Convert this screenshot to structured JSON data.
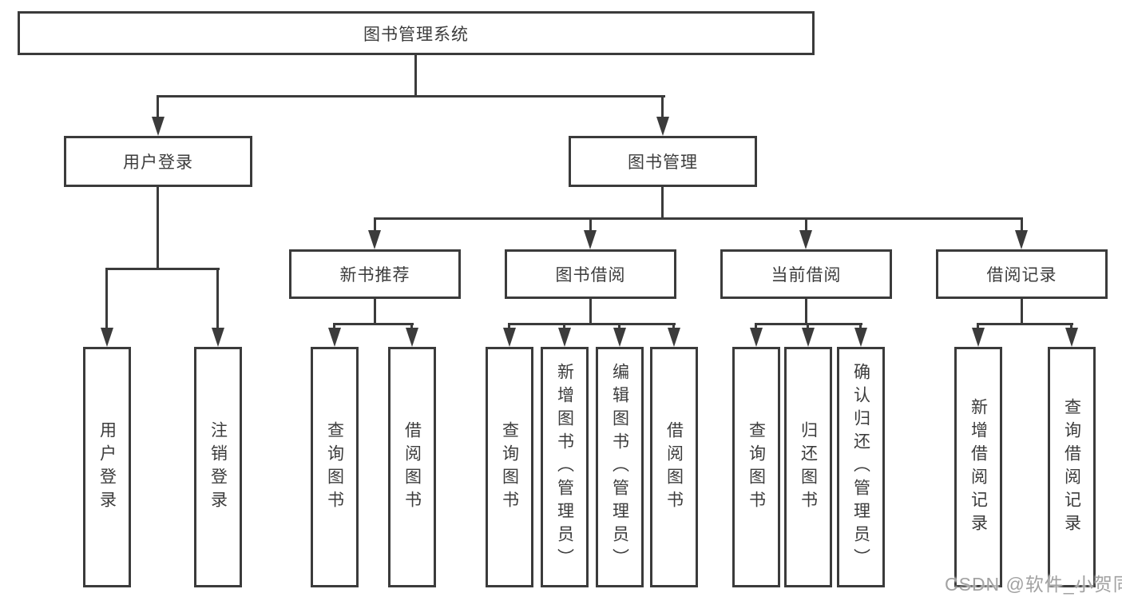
{
  "nodes": {
    "root": "图书管理系统",
    "user_login": "用户登录",
    "book_mgmt": "图书管理",
    "new_book_rec": "新书推荐",
    "book_borrow": "图书借阅",
    "current_borrow": "当前借阅",
    "borrow_records": "借阅记录",
    "ul_user_login": "用户登录",
    "ul_logout": "注销登录",
    "nbr_query_book": "查询图书",
    "nbr_borrow_book": "借阅图书",
    "bb_query_book": "查询图书",
    "bb_add_book": "新增图书（管理员）",
    "bb_edit_book": "编辑图书（管理员）",
    "bb_borrow_book": "借阅图书",
    "cb_query_book": "查询图书",
    "cb_return_book": "归还图书",
    "cb_confirm_return": "确认归还（管理员）",
    "br_add_record": "新增借阅记录",
    "br_query_record": "查询借阅记录"
  },
  "hierarchy": {
    "图书管理系统": {
      "用户登录": [
        "用户登录",
        "注销登录"
      ],
      "图书管理": {
        "新书推荐": [
          "查询图书",
          "借阅图书"
        ],
        "图书借阅": [
          "查询图书",
          "新增图书（管理员）",
          "编辑图书（管理员）",
          "借阅图书"
        ],
        "当前借阅": [
          "查询图书",
          "归还图书",
          "确认归还（管理员）"
        ],
        "借阅记录": [
          "新增借阅记录",
          "查询借阅记录"
        ]
      }
    }
  },
  "watermark": "CSDN @软件_小贺同学",
  "colors": {
    "line": "#3b3b3b",
    "text": "#3c3c3c",
    "watermark": "#a2a2a2",
    "background": "#ffffff"
  }
}
